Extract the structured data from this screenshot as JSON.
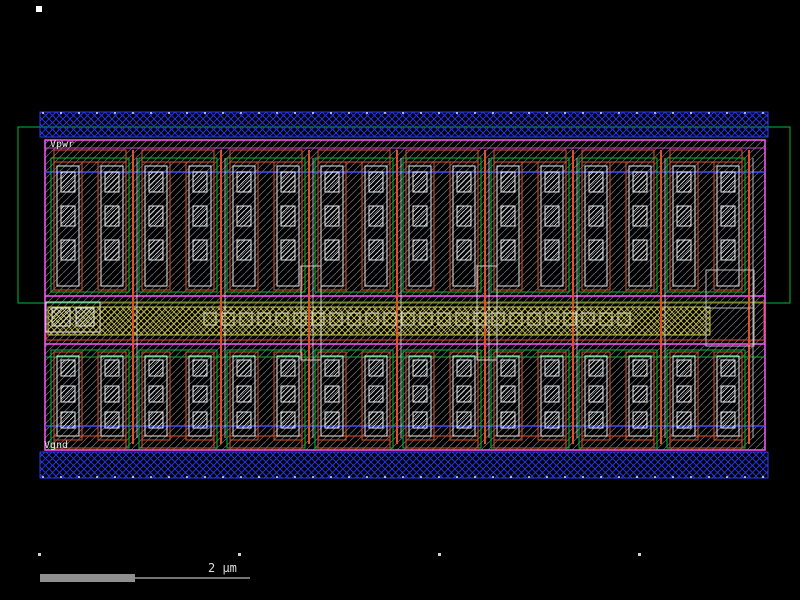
{
  "app": {
    "name": "ic-layout-viewer"
  },
  "labels": {
    "power_rail": "Vpwr",
    "ground_rail": "Vgnd"
  },
  "scalebar": {
    "label": "2 μm"
  },
  "colors": {
    "background": "#000000",
    "metal_rail_blue": "#2a3cf0",
    "rail_hatch_blue": "#2236e0",
    "routing_blue": "#3b4cff",
    "well_green": "#00bb33",
    "boundary_magenta": "#ff55ff",
    "poly_orange": "#e05028",
    "contact_white": "#e8e8e8",
    "via_yellow": "#c8c24a",
    "field_hatch_white": "#a9adb6",
    "scalebar_gray": "#8f8f8f",
    "scalebar_white": "#e8e8e8"
  }
}
